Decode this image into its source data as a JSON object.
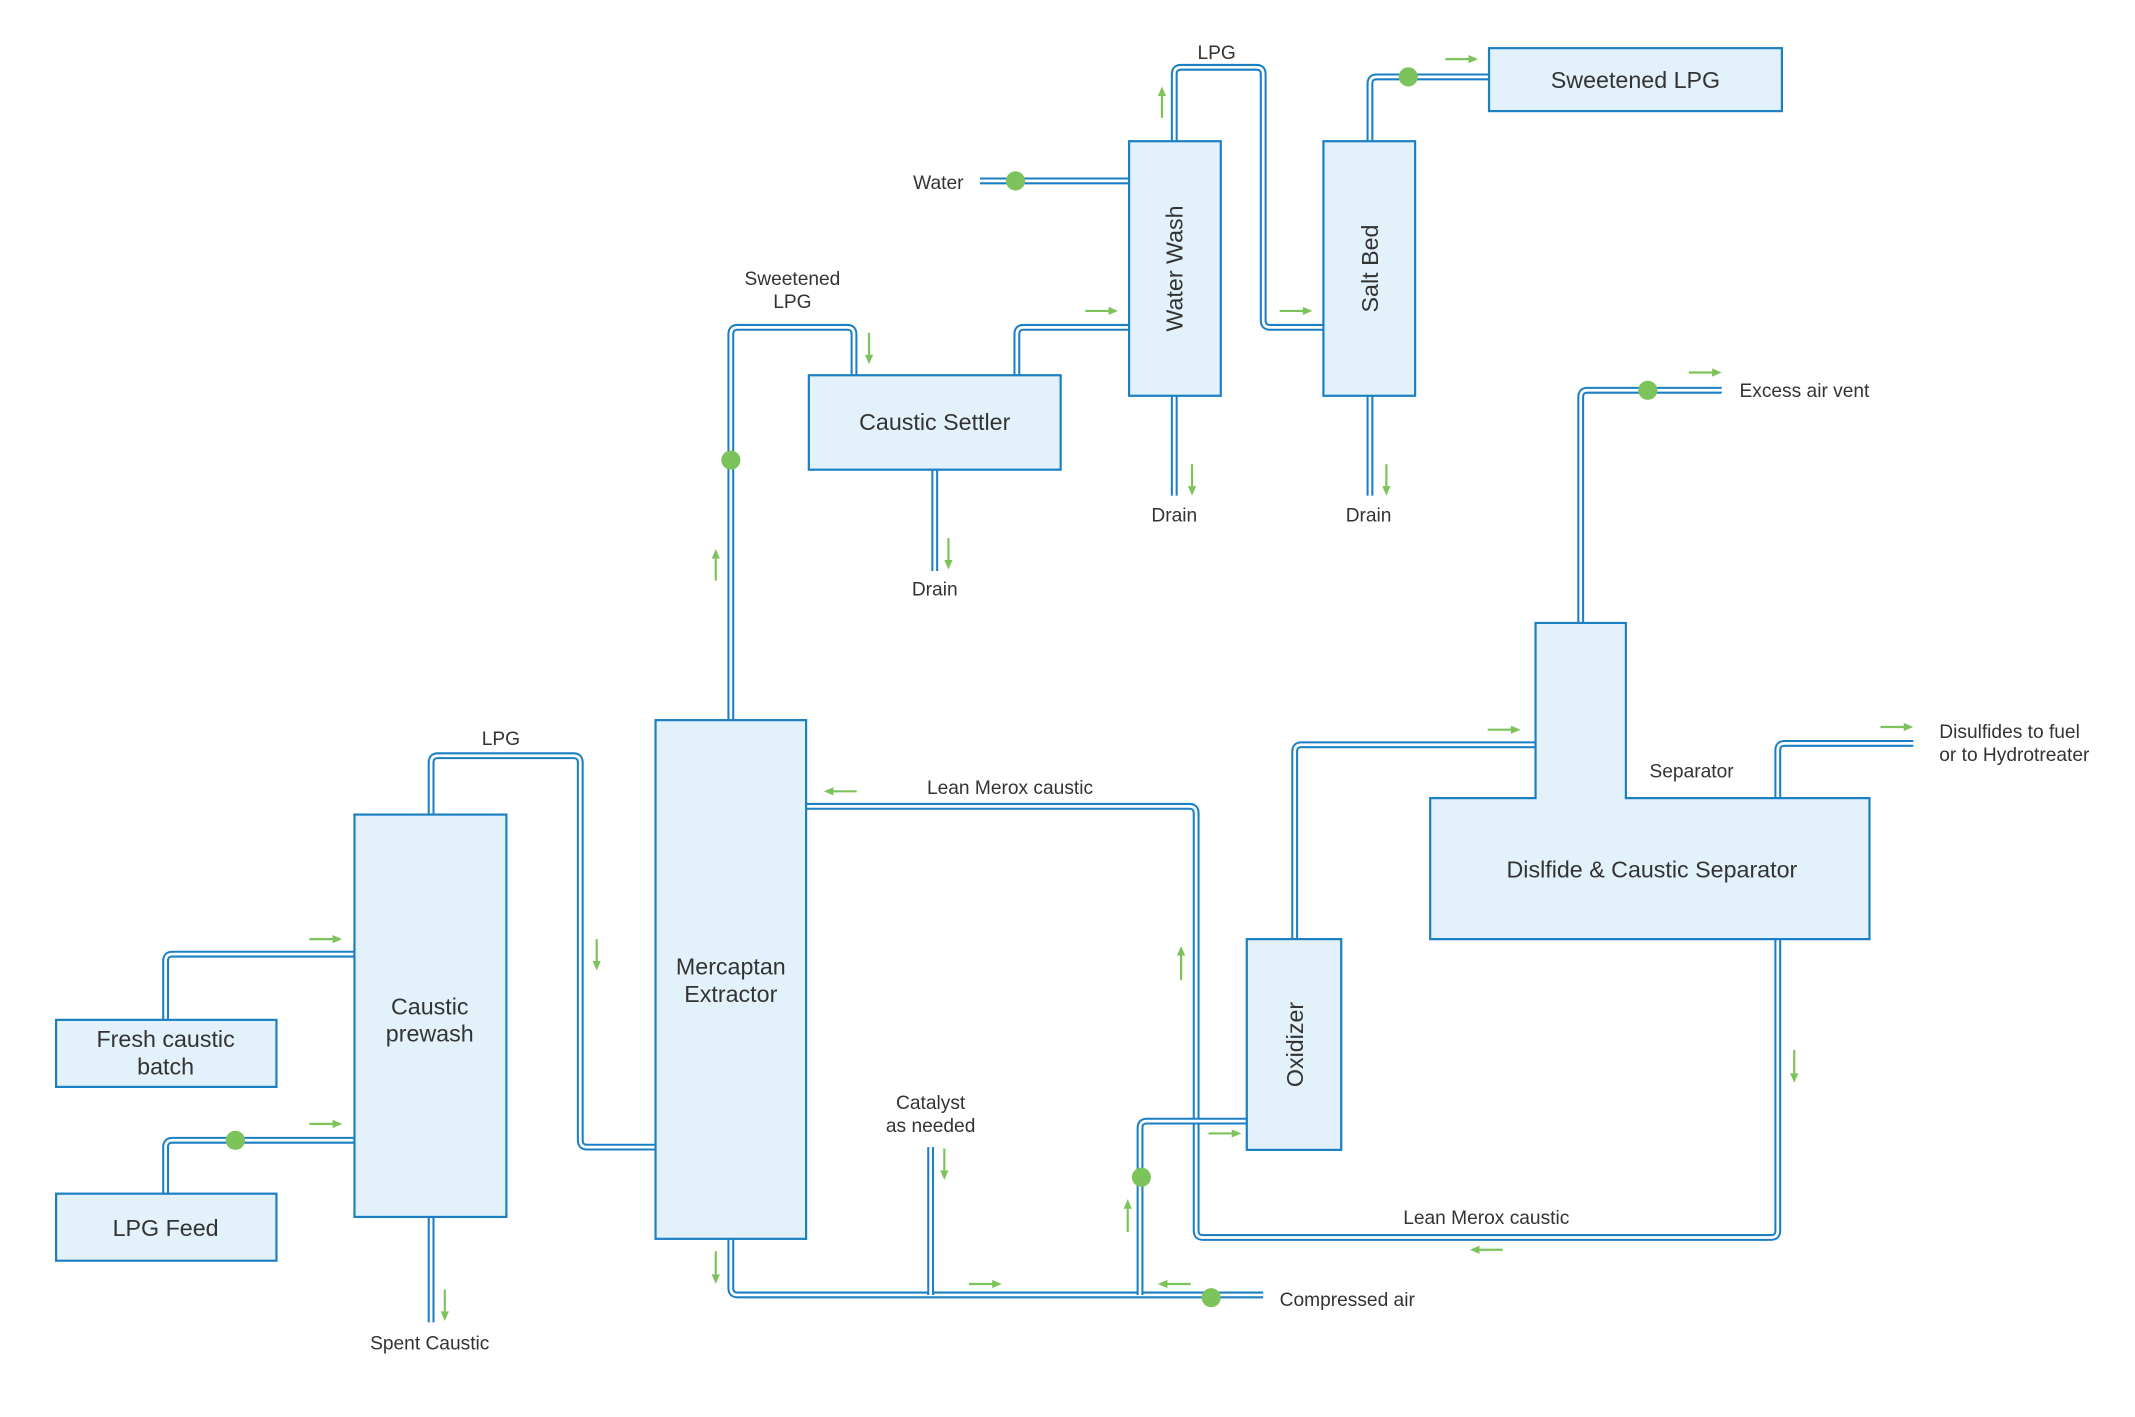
{
  "diagram": {
    "title": "Merox LPG sweetening process flow",
    "colors": {
      "unit_fill": "#e3f2fa",
      "unit_stroke": "#1b7fc4",
      "pipe": "#1b7fc4",
      "flow_arrow": "#7dc35b",
      "valve": "#7dc35b",
      "text": "#333333"
    },
    "units": {
      "fresh_caustic": [
        "Fresh caustic",
        "batch"
      ],
      "lpg_feed": "LPG Feed",
      "caustic_prewash": [
        "Caustic",
        "prewash"
      ],
      "mercaptan_extractor": [
        "Mercaptan",
        "Extractor"
      ],
      "caustic_settler": "Caustic Settler",
      "water_wash": "Water Wash",
      "salt_bed": "Salt Bed",
      "sweetened_lpg": "Sweetened LPG",
      "oxidizer": "Oxidizer",
      "disulfide_separator": "Dislfide & Caustic Separator"
    },
    "streams": {
      "lpg_prewash": "LPG",
      "spent_caustic": "Spent Caustic",
      "sweetened_lpg": [
        "Sweetened",
        "LPG"
      ],
      "drain_settler": "Drain",
      "water": "Water",
      "lpg_top": "LPG",
      "drain_water_wash": "Drain",
      "drain_salt_bed": "Drain",
      "excess_air_vent": "Excess air vent",
      "separator": "Separator",
      "disulfides": [
        "Disulfides to fuel",
        "or to Hydrotreater"
      ],
      "lean_merox_top": "Lean Merox caustic",
      "lean_merox_bottom": "Lean Merox caustic",
      "catalyst": [
        "Catalyst",
        "as needed"
      ],
      "compressed_air": "Compressed air"
    }
  }
}
